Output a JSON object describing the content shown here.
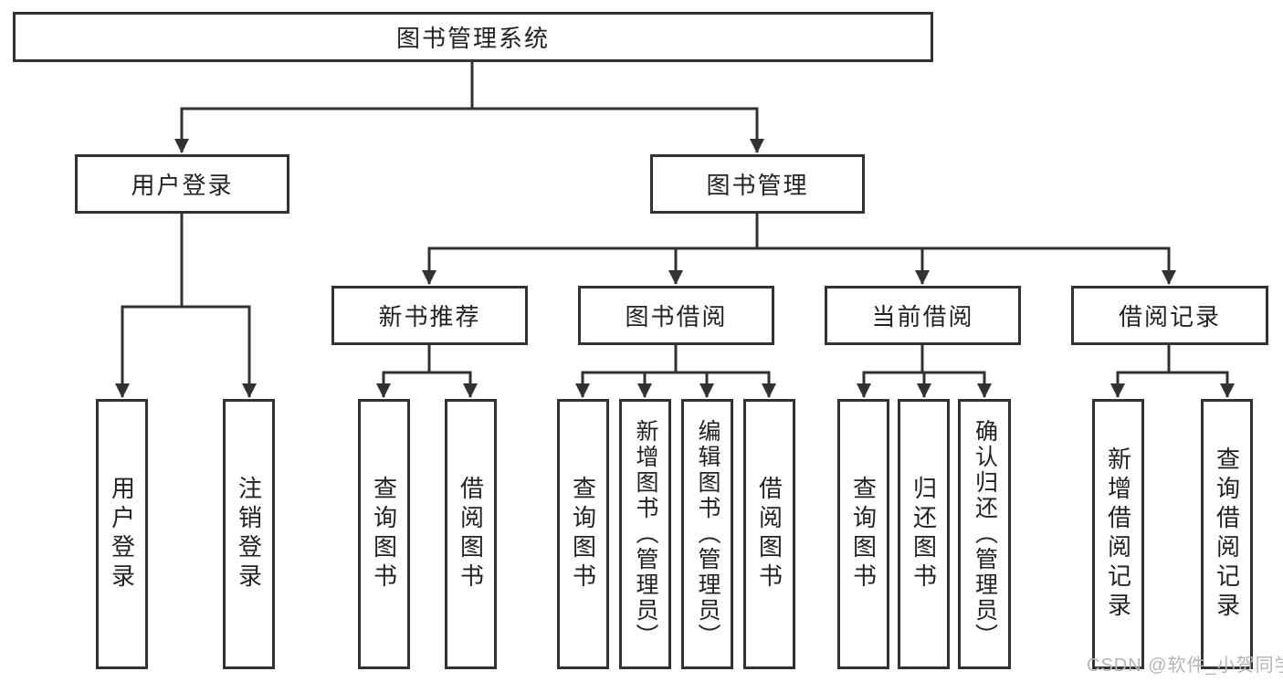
{
  "diagram_title": "图书管理系统",
  "colors": {
    "line": "#323232",
    "text": "#222222",
    "background": "#ffffff",
    "watermark": "#b5b5b5"
  },
  "tree": {
    "root": {
      "label": "图书管理系统"
    },
    "branches": [
      {
        "label": "用户登录",
        "children": [
          {
            "label": "用户登录"
          },
          {
            "label": "注销登录"
          }
        ]
      },
      {
        "label": "图书管理",
        "children": [
          {
            "label": "新书推荐",
            "children": [
              {
                "label": "查询图书"
              },
              {
                "label": "借阅图书"
              }
            ]
          },
          {
            "label": "图书借阅",
            "children": [
              {
                "label": "查询图书"
              },
              {
                "label": "新增图书（管理员）"
              },
              {
                "label": "编辑图书（管理员）"
              },
              {
                "label": "借阅图书"
              }
            ]
          },
          {
            "label": "当前借阅",
            "children": [
              {
                "label": "查询图书"
              },
              {
                "label": "归还图书"
              },
              {
                "label": "确认归还（管理员）"
              }
            ]
          },
          {
            "label": "借阅记录",
            "children": [
              {
                "label": "新增借阅记录"
              },
              {
                "label": "查询借阅记录"
              }
            ]
          }
        ]
      }
    ]
  },
  "watermark": "CSDN @软件_小贺同学"
}
